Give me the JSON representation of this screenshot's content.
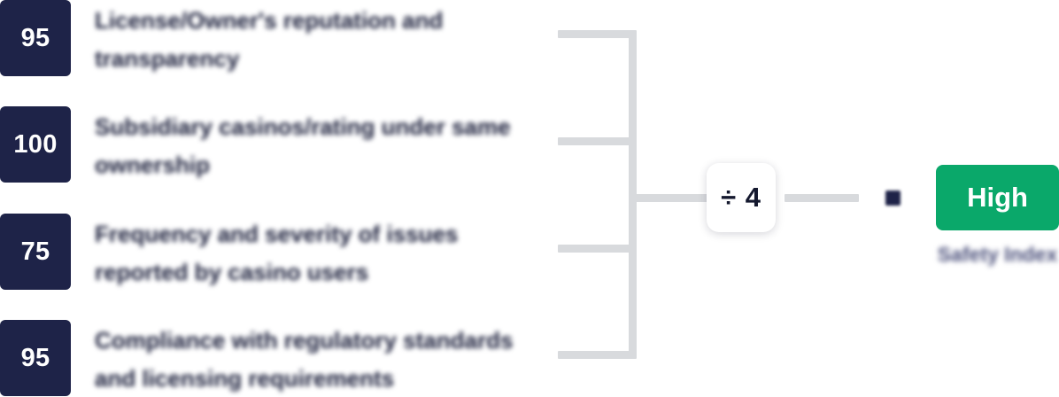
{
  "diagram": {
    "type": "score-aggregation-formula",
    "criteria": [
      {
        "score": "95",
        "label": "License/Owner's reputation and transparency"
      },
      {
        "score": "100",
        "label": "Subsidiary casinos/rating under same ownership"
      },
      {
        "score": "75",
        "label": "Frequency and severity of issues reported by casino users"
      },
      {
        "score": "95",
        "label": "Compliance with regulatory standards and licensing requirements"
      }
    ],
    "operator": {
      "symbol": "÷ 4",
      "name": "divide-by-four"
    },
    "equals": {
      "symbol": "=",
      "name": "equals-sign"
    },
    "result": {
      "badge_label": "High",
      "caption": "Safety Index",
      "badge_color": "#0aa86a"
    },
    "colors": {
      "score_chip": "#1e2348",
      "score_text": "#ffffff",
      "label_text": "#1b1f3b",
      "bracket": "#d8dadd",
      "operator_text": "#14182e",
      "result_badge": "#0aa86a",
      "result_caption": "#4a4f7a",
      "background": "#ffffff"
    }
  }
}
